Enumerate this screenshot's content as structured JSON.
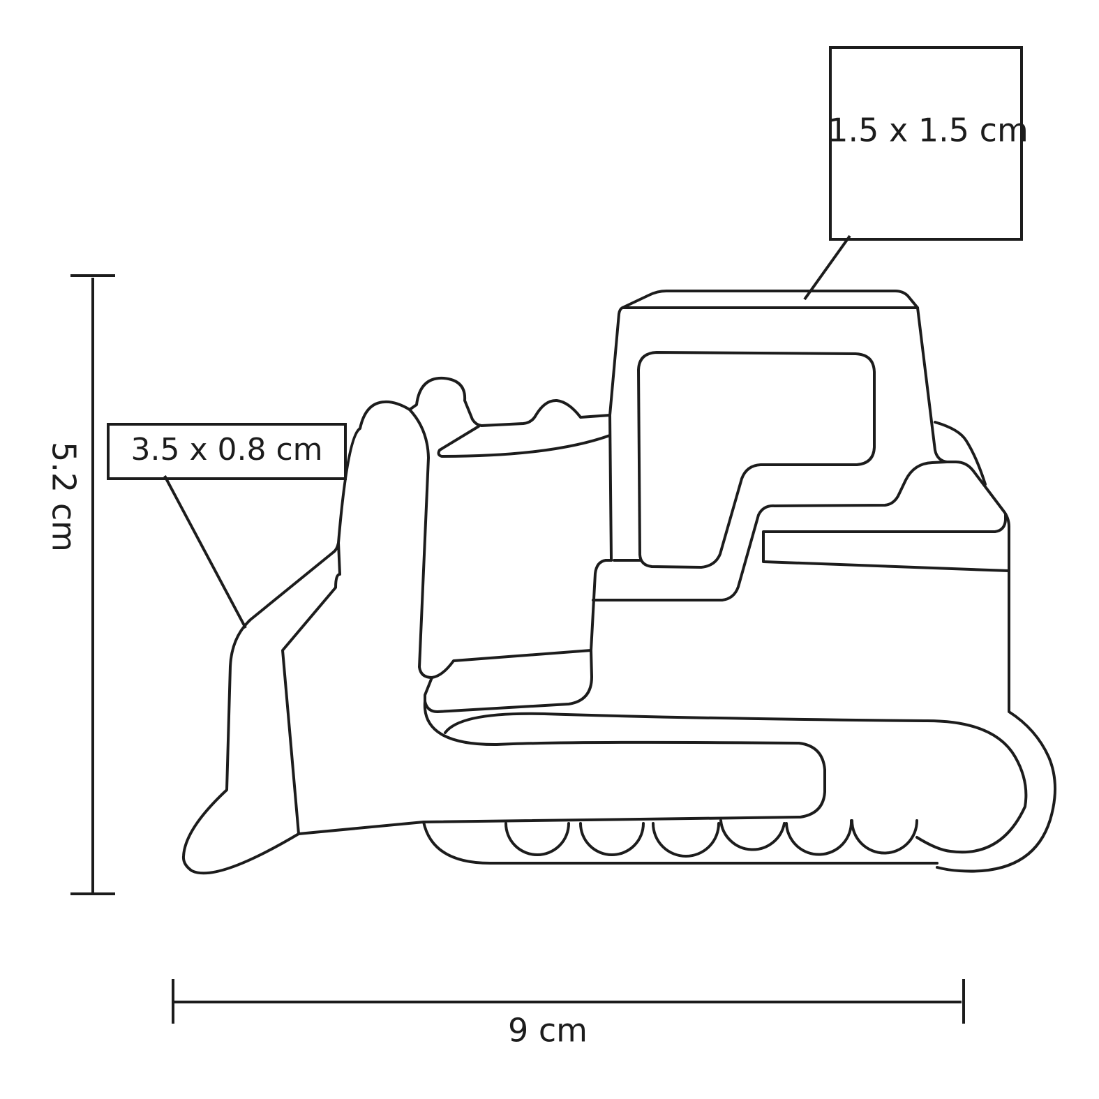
{
  "diagram": {
    "colors": {
      "line": "#1c1c1c",
      "background": "#ffffff"
    },
    "dimensions": {
      "height_label": "5.2 cm",
      "width_label": "9 cm"
    },
    "callouts": {
      "cab_imprint_label": "1.5 x 1.5 cm",
      "blade_imprint_label": "3.5 x 0.8 cm"
    }
  }
}
